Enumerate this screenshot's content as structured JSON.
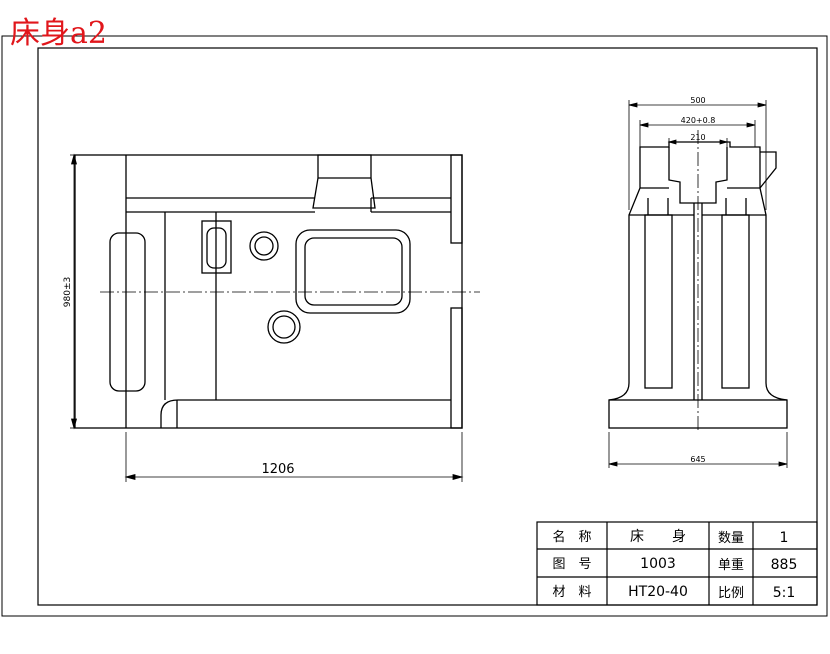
{
  "drawing_title": "床身a2",
  "front_view": {
    "width_dimension": "1206",
    "height_dimension": "980±3"
  },
  "side_view": {
    "overall_width_dimension": "500",
    "guide_width_dimension": "420+0.8",
    "slot_width_dimension": "210",
    "base_width_dimension": "645"
  },
  "title_block": {
    "name_label": "名　称",
    "name_value": "床　　身",
    "quantity_label": "数量",
    "quantity_value": "1",
    "drawing_no_label": "图　号",
    "drawing_no_value": "1003",
    "weight_label": "单重",
    "weight_value": "885",
    "material_label": "材　料",
    "material_value": "HT20-40",
    "scale_label": "比例",
    "scale_value": "5:1"
  },
  "colors": {
    "title_red": "#e1161b",
    "line": "#000000"
  }
}
